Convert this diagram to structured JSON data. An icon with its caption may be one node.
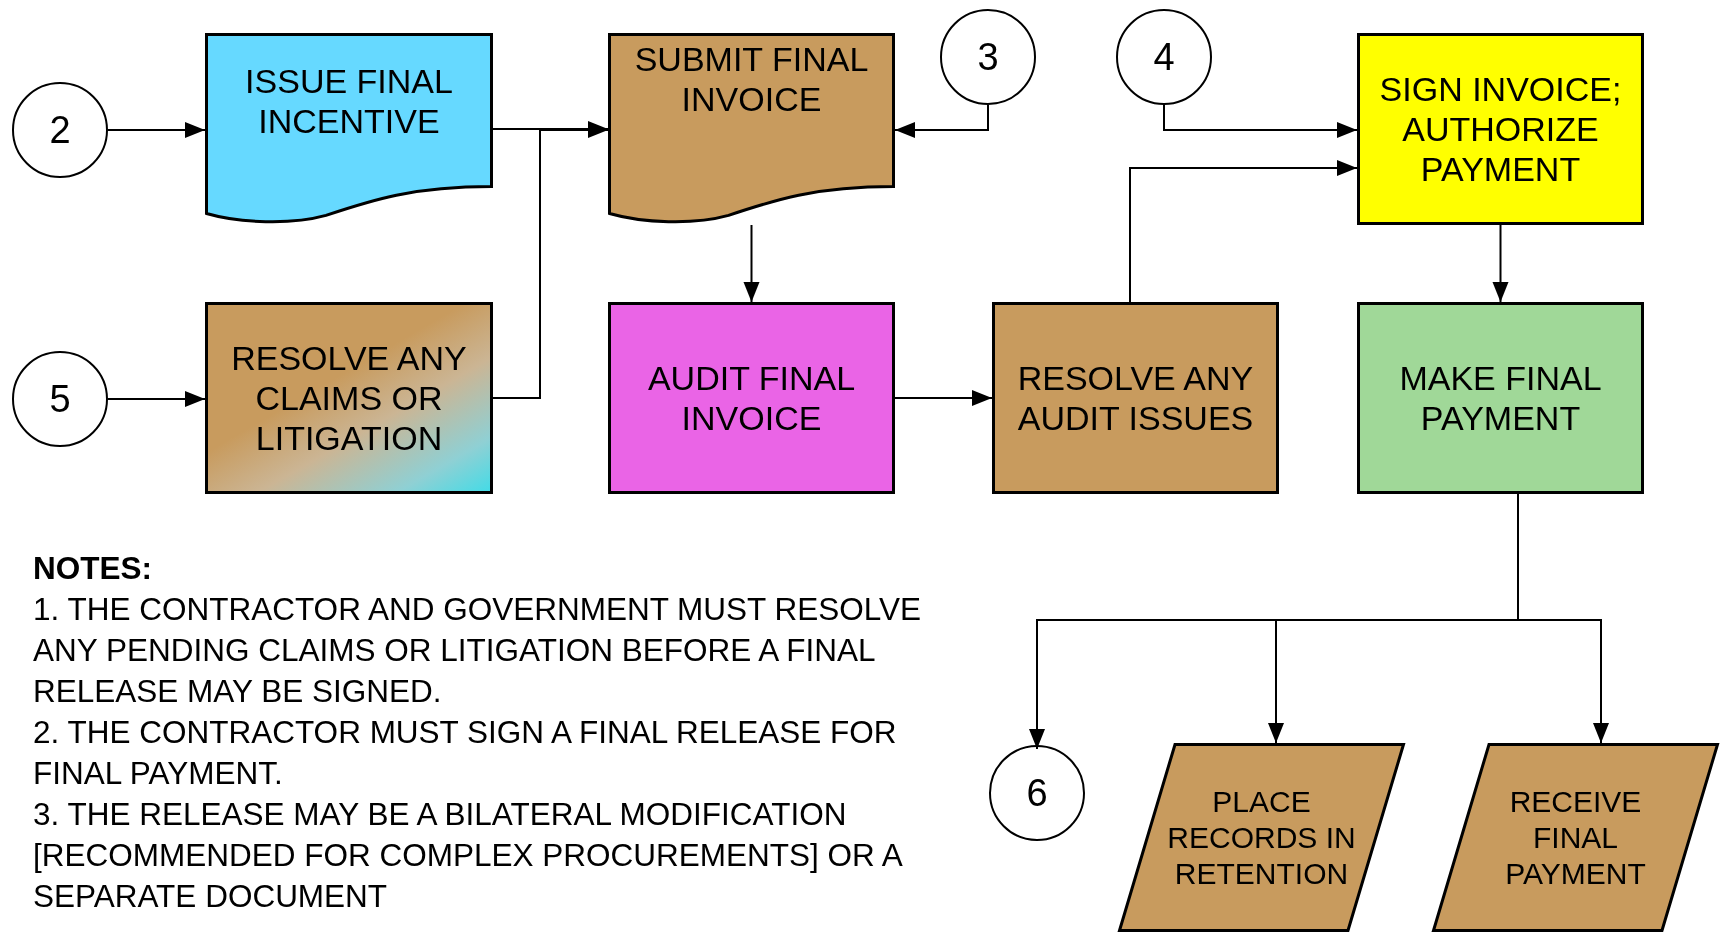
{
  "diagram": {
    "nodes": [
      {
        "text": [
          "2"
        ]
      },
      {
        "text": [
          "ISSUE FINAL INCENTIVE"
        ]
      },
      {
        "text": [
          "SUBMIT FINAL INVOICE"
        ]
      },
      {
        "text": [
          "3"
        ]
      },
      {
        "text": [
          "4"
        ]
      },
      {
        "text": [
          "SIGN INVOICE; AUTHORIZE PAYMENT"
        ]
      },
      {
        "text": [
          "5"
        ]
      },
      {
        "text": [
          "RESOLVE ANY CLAIMS OR LITIGATION"
        ]
      },
      {
        "text": [
          "AUDIT FINAL INVOICE"
        ]
      },
      {
        "text": [
          "RESOLVE ANY AUDIT ISSUES"
        ]
      },
      {
        "text": [
          "MAKE FINAL PAYMENT"
        ]
      },
      {
        "text": [
          "6"
        ]
      },
      {
        "text": [
          "PLACE RECORDS IN RETENTION"
        ]
      },
      {
        "text": [
          "RECEIVE FINAL PAYMENT"
        ]
      }
    ],
    "edges": [
      {
        "from": 0,
        "to": 1,
        "arrow": "to"
      },
      {
        "from": 1,
        "to": 2,
        "arrow": "to"
      },
      {
        "from": 7,
        "to": 2,
        "arrow": "to"
      },
      {
        "from": 3,
        "to": 2,
        "arrow": "to"
      },
      {
        "from": 6,
        "to": 7,
        "arrow": "to"
      },
      {
        "from": 2,
        "to": 8,
        "arrow": "to"
      },
      {
        "from": 8,
        "to": 9,
        "arrow": "to"
      },
      {
        "from": 9,
        "to": 5,
        "arrow": "to"
      },
      {
        "from": 4,
        "to": 5,
        "arrow": "to"
      },
      {
        "from": 5,
        "to": 10,
        "arrow": "to"
      },
      {
        "from": 10,
        "to": 11,
        "arrow": "to"
      },
      {
        "from": 10,
        "to": 12,
        "arrow": "to"
      },
      {
        "from": 10,
        "to": 13,
        "arrow": "to"
      }
    ],
    "labels": [
      "NOTES:",
      "1.  THE CONTRACTOR AND GOVERNMENT MUST RESOLVE ANY PENDING CLAIMS OR LITIGATION BEFORE A FINAL RELEASE MAY BE SIGNED.",
      "2.  THE CONTRACTOR MUST SIGN A FINAL RELEASE FOR FINAL PAYMENT.",
      "3.  THE RELEASE MAY BE A BILATERAL MODIFICATION [RECOMMENDED FOR COMPLEX PROCUREMENTS] OR A SEPARATE DOCUMENT"
    ]
  }
}
